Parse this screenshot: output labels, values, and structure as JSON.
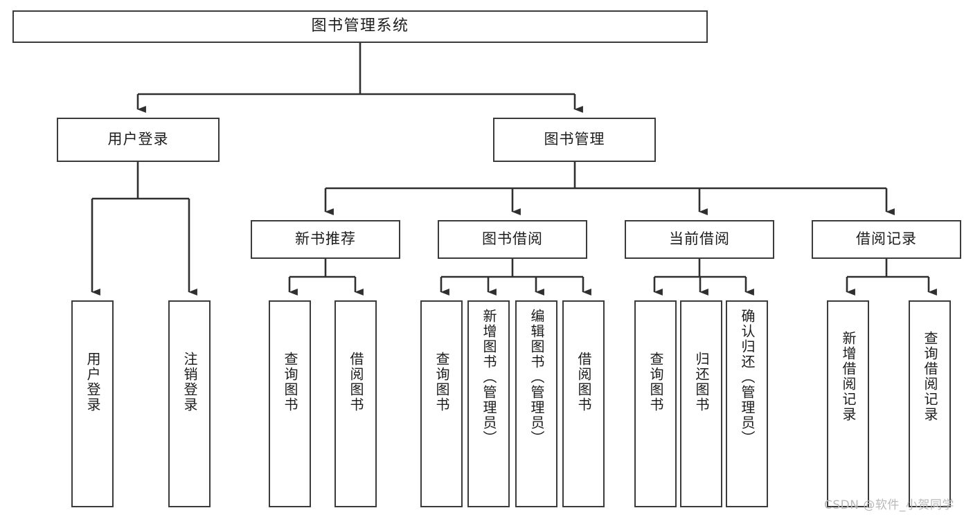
{
  "diagram": {
    "type": "hierarchy-tree",
    "title": "图书管理系统",
    "watermark": "CSDN @软件_小贺同学",
    "colors": {
      "box_border": "#3a3a3a",
      "box_fill": "#ffffff",
      "edge": "#2f2f2f",
      "text": "#1c1c1c",
      "watermark": "#b9b9b9",
      "background": "#ffffff"
    },
    "levels": {
      "root": {
        "label": "图书管理系统"
      },
      "level2": [
        {
          "id": "user-login",
          "label": "用户登录"
        },
        {
          "id": "book-manage",
          "label": "图书管理"
        }
      ],
      "level3": [
        {
          "id": "new-book-recommend",
          "label": "新书推荐"
        },
        {
          "id": "book-borrow",
          "label": "图书借阅"
        },
        {
          "id": "current-borrow",
          "label": "当前借阅"
        },
        {
          "id": "borrow-record",
          "label": "借阅记录"
        }
      ],
      "leaves": {
        "user_login": [
          {
            "id": "leaf-user-login",
            "label": "用户登录"
          },
          {
            "id": "leaf-user-logout",
            "label": "注销登录"
          }
        ],
        "new_book_recommend": [
          {
            "id": "leaf-query-book-1",
            "label": "查询图书"
          },
          {
            "id": "leaf-borrow-book-1",
            "label": "借阅图书"
          }
        ],
        "book_borrow": [
          {
            "id": "leaf-query-book-2",
            "label": "查询图书"
          },
          {
            "id": "leaf-add-book",
            "label": "新增图书（管理员）"
          },
          {
            "id": "leaf-edit-book",
            "label": "编辑图书（管理员）"
          },
          {
            "id": "leaf-borrow-book-2",
            "label": "借阅图书"
          }
        ],
        "current_borrow": [
          {
            "id": "leaf-query-book-3",
            "label": "查询图书"
          },
          {
            "id": "leaf-return-book",
            "label": "归还图书"
          },
          {
            "id": "leaf-confirm-return",
            "label": "确认归还（管理员）"
          }
        ],
        "borrow_record": [
          {
            "id": "leaf-add-record",
            "label": "新增借阅记录"
          },
          {
            "id": "leaf-query-record",
            "label": "查询借阅记录"
          }
        ]
      }
    }
  }
}
